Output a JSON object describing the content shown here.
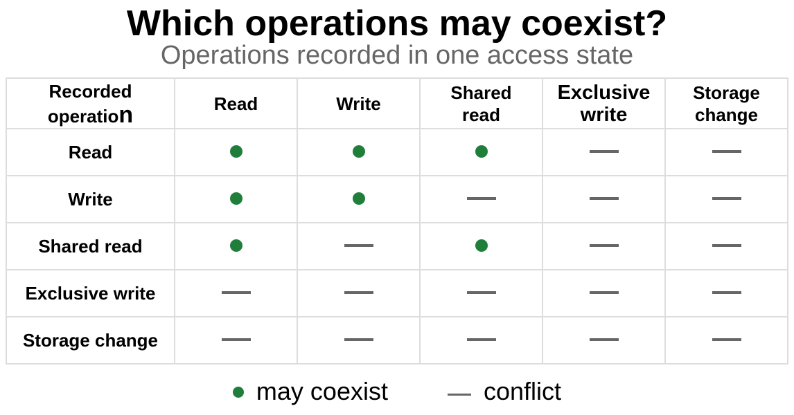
{
  "title": "Which operations may coexist?",
  "subtitle": "Operations recorded in one access state",
  "colors": {
    "coexist": "#1e7e3a",
    "conflict": "#666666",
    "subtitle": "#666666",
    "grid": "#dddddd"
  },
  "matrix": {
    "corner_label_main": "Recorded operatio",
    "corner_label_tail": "n",
    "columns": [
      {
        "label_line1": "Read",
        "label_line2": ""
      },
      {
        "label_line1": "Write",
        "label_line2": ""
      },
      {
        "label_line1": "Shared",
        "label_line2": "read"
      },
      {
        "label_line1": "Exclusive",
        "label_line2": "write"
      },
      {
        "label_line1": "Storage",
        "label_line2": "change"
      }
    ],
    "rows": [
      {
        "label": "Read",
        "cells": [
          "coexist",
          "coexist",
          "coexist",
          "conflict",
          "conflict"
        ]
      },
      {
        "label": "Write",
        "cells": [
          "coexist",
          "coexist",
          "conflict",
          "conflict",
          "conflict"
        ]
      },
      {
        "label": "Shared read",
        "cells": [
          "coexist",
          "conflict",
          "coexist",
          "conflict",
          "conflict"
        ]
      },
      {
        "label": "Exclusive write",
        "cells": [
          "conflict",
          "conflict",
          "conflict",
          "conflict",
          "conflict"
        ]
      },
      {
        "label": "Storage change",
        "cells": [
          "conflict",
          "conflict",
          "conflict",
          "conflict",
          "conflict"
        ]
      }
    ]
  },
  "legend": {
    "coexist_label": "may coexist",
    "conflict_label": "conflict"
  }
}
